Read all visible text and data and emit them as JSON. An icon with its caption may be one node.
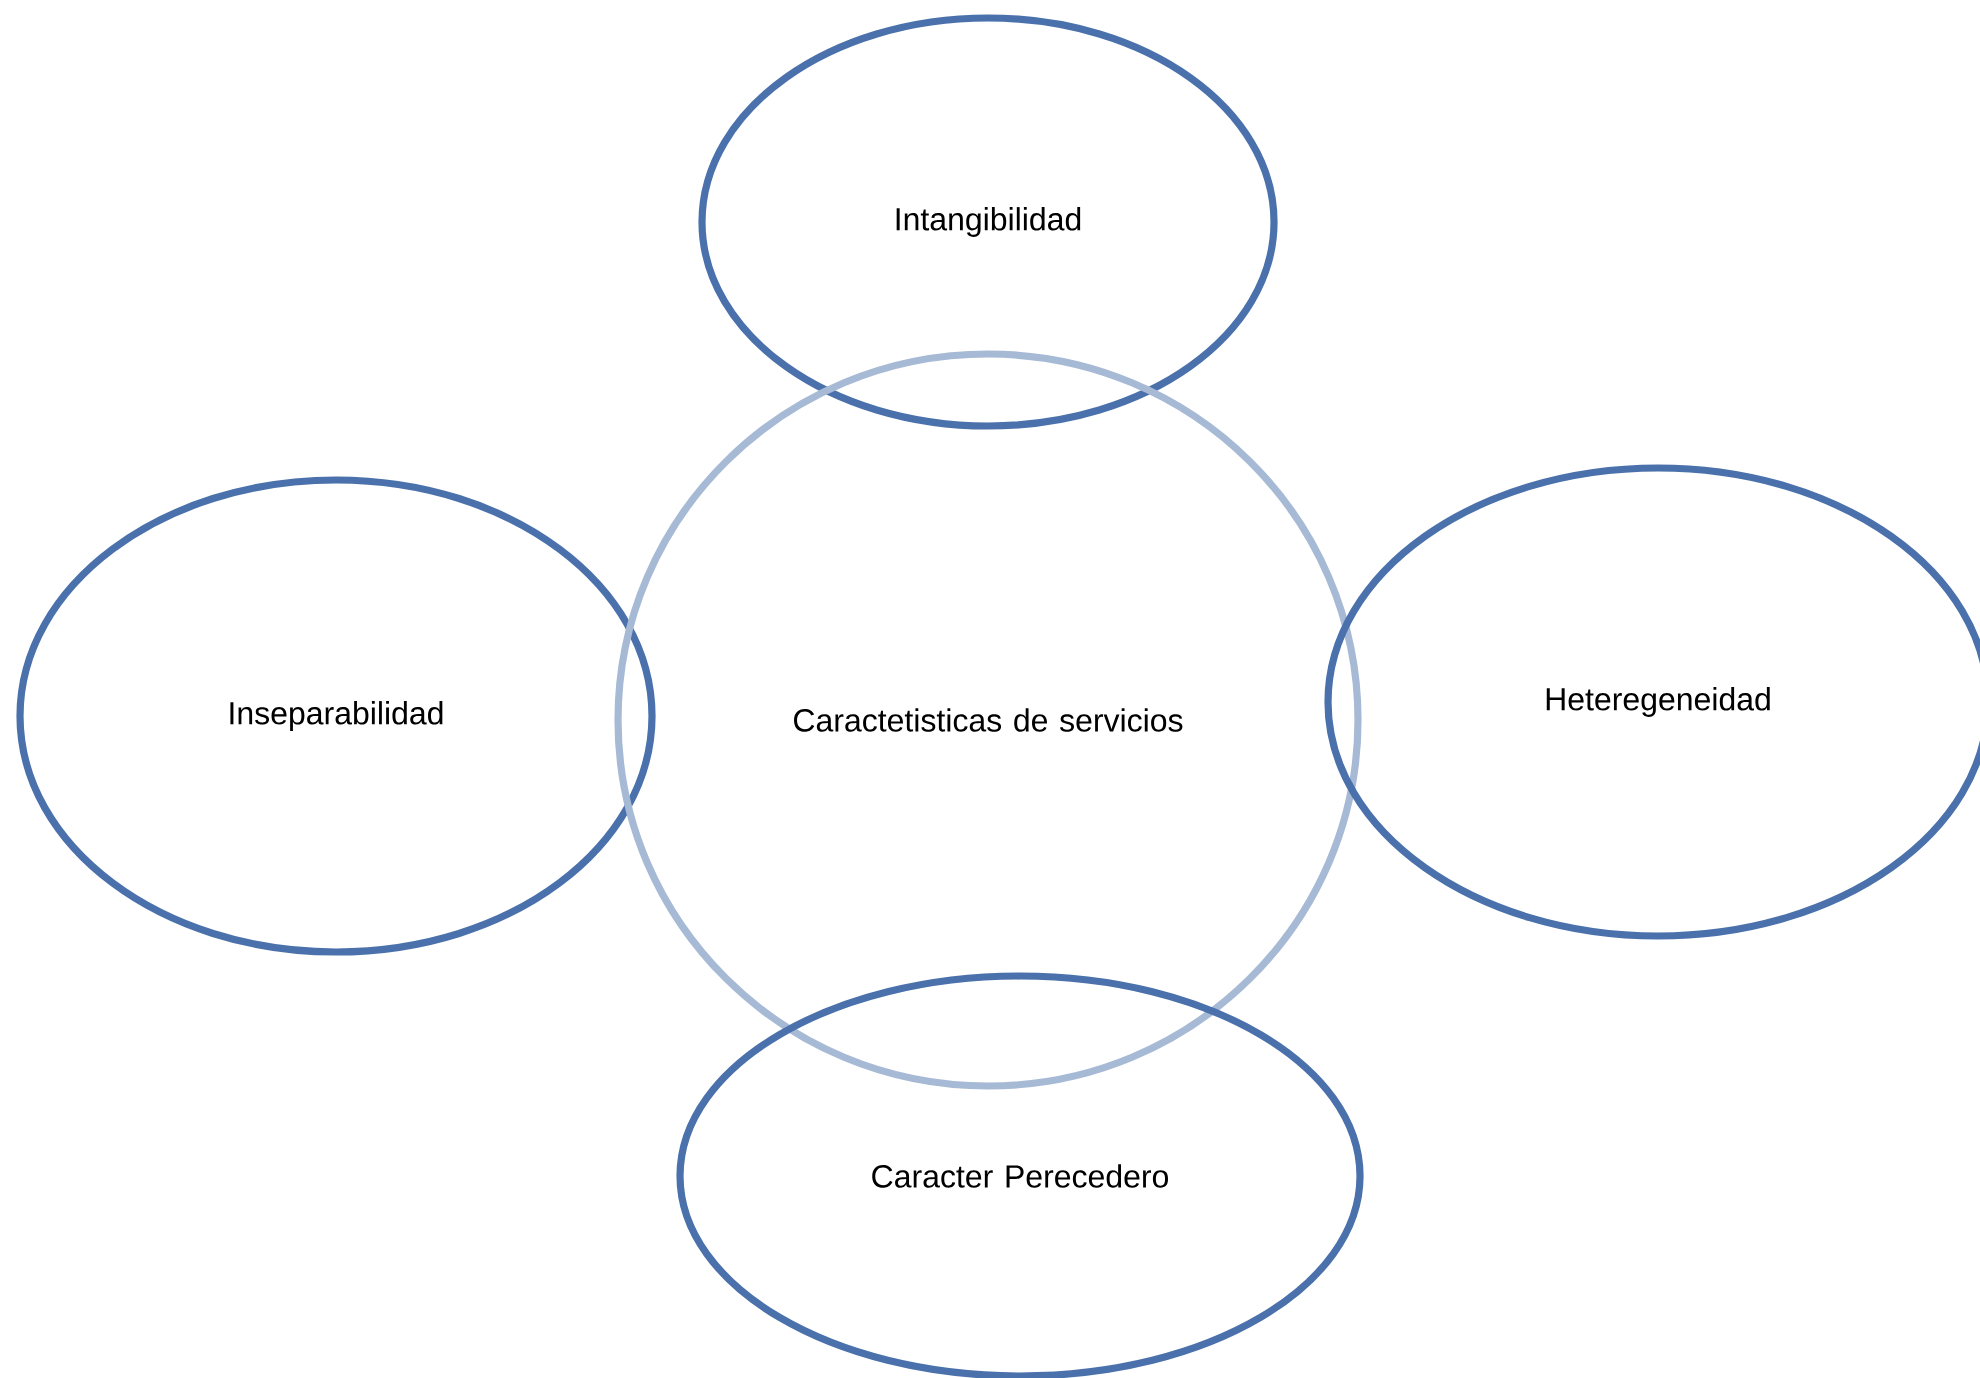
{
  "diagram": {
    "nodes": [
      {
        "text": [
          "Intangibilidad"
        ]
      },
      {
        "text": [
          "Inseparabilidad"
        ]
      },
      {
        "text": [
          "Caractetisticas de servicios"
        ]
      },
      {
        "text": [
          "Heteregeneidad"
        ]
      },
      {
        "text": [
          "Caracter Perecedero"
        ]
      }
    ]
  }
}
